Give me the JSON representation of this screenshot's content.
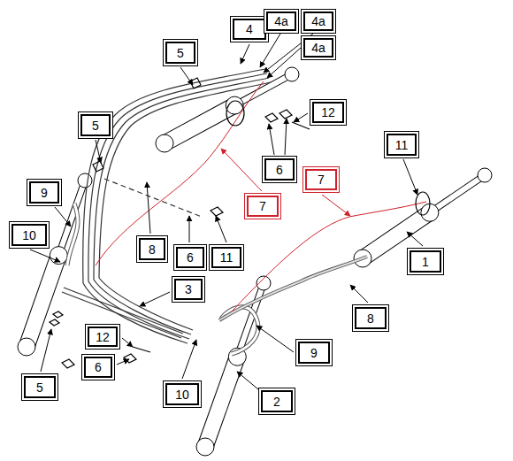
{
  "diagram": {
    "nodes": [
      {
        "text": [
          "4"
        ]
      },
      {
        "text": [
          "4a"
        ]
      },
      {
        "text": [
          "4a"
        ]
      },
      {
        "text": [
          "4a"
        ]
      },
      {
        "text": [
          "5"
        ]
      },
      {
        "text": [
          "12"
        ]
      },
      {
        "text": [
          "5"
        ]
      },
      {
        "text": [
          "11"
        ]
      },
      {
        "text": [
          "7"
        ]
      },
      {
        "text": [
          "6"
        ]
      },
      {
        "text": [
          "9"
        ]
      },
      {
        "text": [
          "7"
        ]
      },
      {
        "text": [
          "10"
        ]
      },
      {
        "text": [
          "8"
        ]
      },
      {
        "text": [
          "6"
        ]
      },
      {
        "text": [
          "11"
        ]
      },
      {
        "text": [
          "1"
        ]
      },
      {
        "text": [
          "3"
        ]
      },
      {
        "text": [
          "8"
        ]
      },
      {
        "text": [
          "12"
        ]
      },
      {
        "text": [
          "9"
        ]
      },
      {
        "text": [
          "6"
        ]
      },
      {
        "text": [
          "5"
        ]
      },
      {
        "text": [
          "10"
        ]
      },
      {
        "text": [
          "2"
        ]
      }
    ],
    "edges": []
  }
}
